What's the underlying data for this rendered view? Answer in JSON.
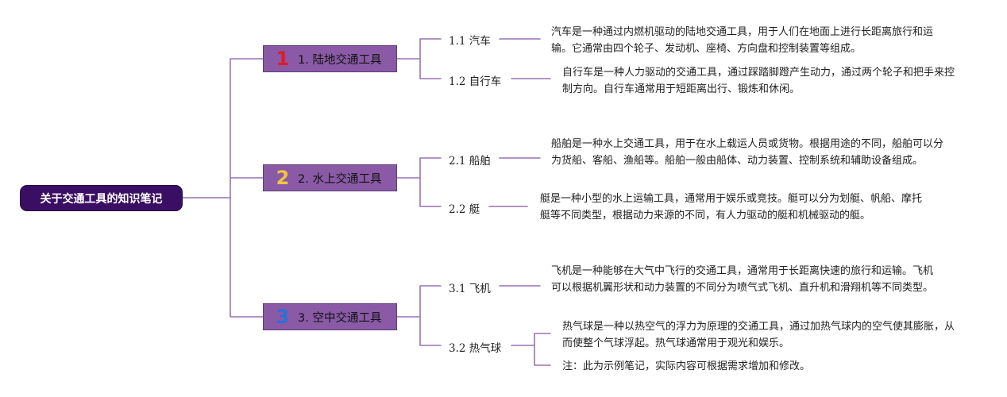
{
  "root": {
    "title": "关于交通工具的知识笔记"
  },
  "branches": [
    {
      "marker": "1",
      "marker_color": "#e01b24",
      "title": "1. 陆地交通工具",
      "items": [
        {
          "label": "1.1 汽车",
          "text": "汽车是一种通过内燃机驱动的陆地交通工具，用于人们在地面上进行长距离旅行和运输。它通常由四个轮子、发动机、座椅、方向盘和控制装置等组成。"
        },
        {
          "label": "1.2 自行车",
          "text": "自行车是一种人力驱动的交通工具，通过踩踏脚蹬产生动力，通过两个轮子和把手来控制方向。自行车通常用于短距离出行、锻炼和休闲。"
        }
      ]
    },
    {
      "marker": "2",
      "marker_color": "#f2c43d",
      "title": "2. 水上交通工具",
      "items": [
        {
          "label": "2.1 船舶",
          "text": "船舶是一种水上交通工具，用于在水上载运人员或货物。根据用途的不同，船舶可以分为货船、客船、渔船等。船舶一般由船体、动力装置、控制系统和辅助设备组成。"
        },
        {
          "label": "2.2 艇",
          "text": "艇是一种小型的水上运输工具，通常用于娱乐或竞技。艇可以分为划艇、帆船、摩托艇等不同类型，根据动力来源的不同，有人力驱动的艇和机械驱动的艇。"
        }
      ]
    },
    {
      "marker": "3",
      "marker_color": "#2b6fd6",
      "title": "3. 空中交通工具",
      "items": [
        {
          "label": "3.1 飞机",
          "text": "飞机是一种能够在大气中飞行的交通工具，通常用于长距离快速的旅行和运输。飞机可以根据机翼形状和动力装置的不同分为喷气式飞机、直升机和滑翔机等不同类型。"
        },
        {
          "label": "3.2 热气球",
          "text": "热气球是一种以热空气的浮力为原理的交通工具，通过加热气球内的空气使其膨胀，从而使整个气球浮起。热气球通常用于观光和娱乐。",
          "note": "注：此为示例笔记，实际内容可根据需求增加和修改。"
        }
      ]
    }
  ],
  "colors": {
    "line": "#9a72b6",
    "root_bg": "#3a0f63",
    "branch_bg": "#8a5aa6"
  }
}
